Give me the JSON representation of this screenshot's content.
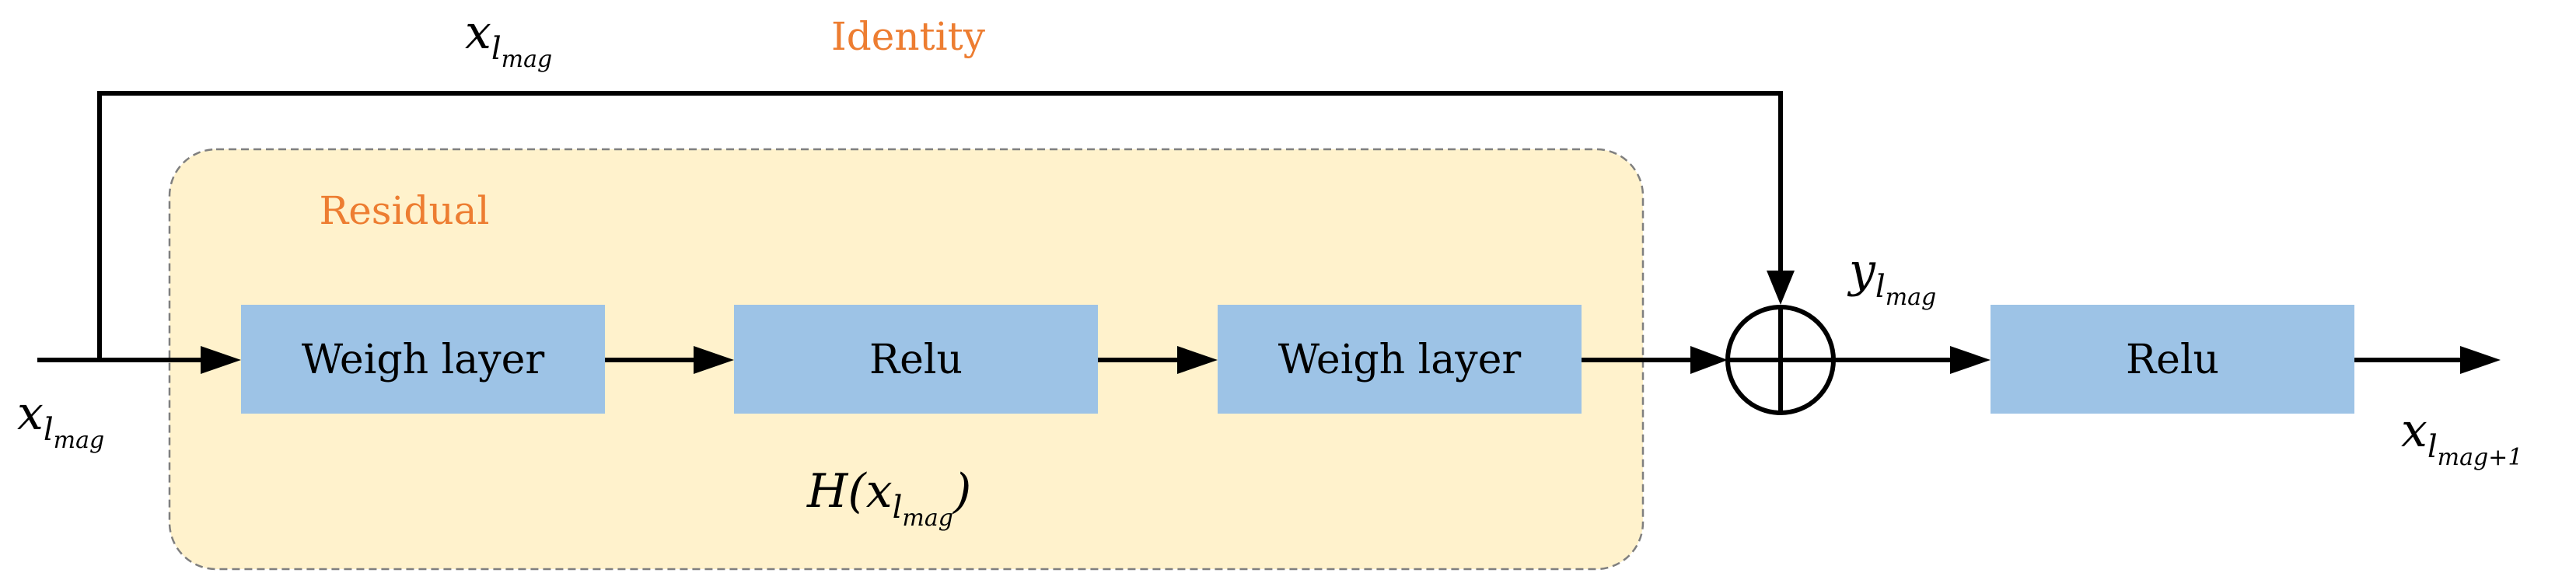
{
  "colors": {
    "residual_fill": "#FFF2CC",
    "residual_border": "#7F7F7F",
    "block_fill": "#9DC3E6",
    "orange_text": "#ED7D31",
    "line": "#000000"
  },
  "labels": {
    "identity": "Identity",
    "residual": "Residual",
    "weigh_layer_1": "Weigh layer",
    "relu_1": "Relu",
    "weigh_layer_2": "Weigh layer",
    "relu_2": "Relu"
  },
  "math": {
    "x_top": {
      "base": "x",
      "sub": "l",
      "subsub": "mag"
    },
    "x_input": {
      "base": "x",
      "sub": "l",
      "subsub": "mag"
    },
    "h_func": {
      "func": "H(",
      "base": "x",
      "sub": "l",
      "subsub": "mag",
      "close": ")"
    },
    "y_sum": {
      "base": "y",
      "sub": "l",
      "subsub": "mag"
    },
    "x_output": {
      "base": "x",
      "sub": "l",
      "subsub": "mag+1"
    }
  },
  "icons": {
    "sum_node": "circle-plus-icon"
  }
}
